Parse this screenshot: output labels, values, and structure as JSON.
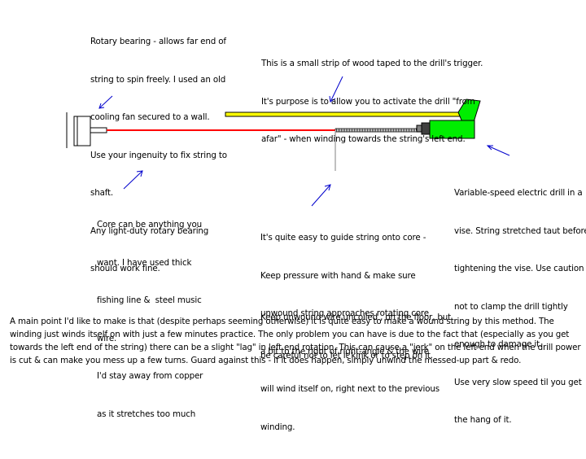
{
  "colors": {
    "string": "#ff0000",
    "drill": "#00ee00",
    "trigger_strip": "#ffff00",
    "arrow": "#0000cc",
    "outline": "#000000"
  },
  "annotations": {
    "bearing": [
      "Rotary bearing - allows far end of",
      "string to spin freely. I used an old",
      "cooling fan secured to a wall.",
      "Use your ingenuity to fix string to",
      "shaft.",
      "Any light-duty rotary bearing",
      "should work fine."
    ],
    "trigger": [
      "This is a small strip of wood taped to the drill's trigger.",
      "It's purpose is to allow you to activate the drill \"from",
      "afar\" - when winding towards the string's left end."
    ],
    "drill": [
      "Variable-speed electric drill in a",
      "vise. String stretched taut before",
      "tightening the vise. Use caution",
      "not to clamp the drill tightly",
      "enough to damage it.",
      "Use very slow speed til you get",
      "the hang of it."
    ],
    "core": [
      "Core can be anything you",
      "want. I have used thick",
      "fishing line &  steel music",
      "wire.",
      "I'd stay away from copper",
      "as it stretches too much"
    ],
    "guide": [
      "It's quite easy to guide string onto core -",
      "Keep pressure with hand & make sure",
      "unwound string approaches rotating core",
      "a bit to the right of right-angle & the wire",
      "will wind itself on, right next to the previous",
      "winding."
    ],
    "wire": [
      "Keep unwound wire uncoiled , on the floor, but",
      "be careful not to let it kink or to step on it."
    ],
    "bottom": "A main point I'd like to make is that (despite perhaps seeming otherwise) it is quite easy to make a wound string by this method. The winding just winds itself on with just a few minutes practice. The only problem you can have is due to the fact that (especially as you get towards the left end of the string) there can be a slight  \"lag\" in left end rotation. This can cause a  \"jerk\" on the left end when the drill power is cut & can make you mess up a few turns.  Guard against this - if it does happen, simply unwind the messed-up part & redo."
  }
}
